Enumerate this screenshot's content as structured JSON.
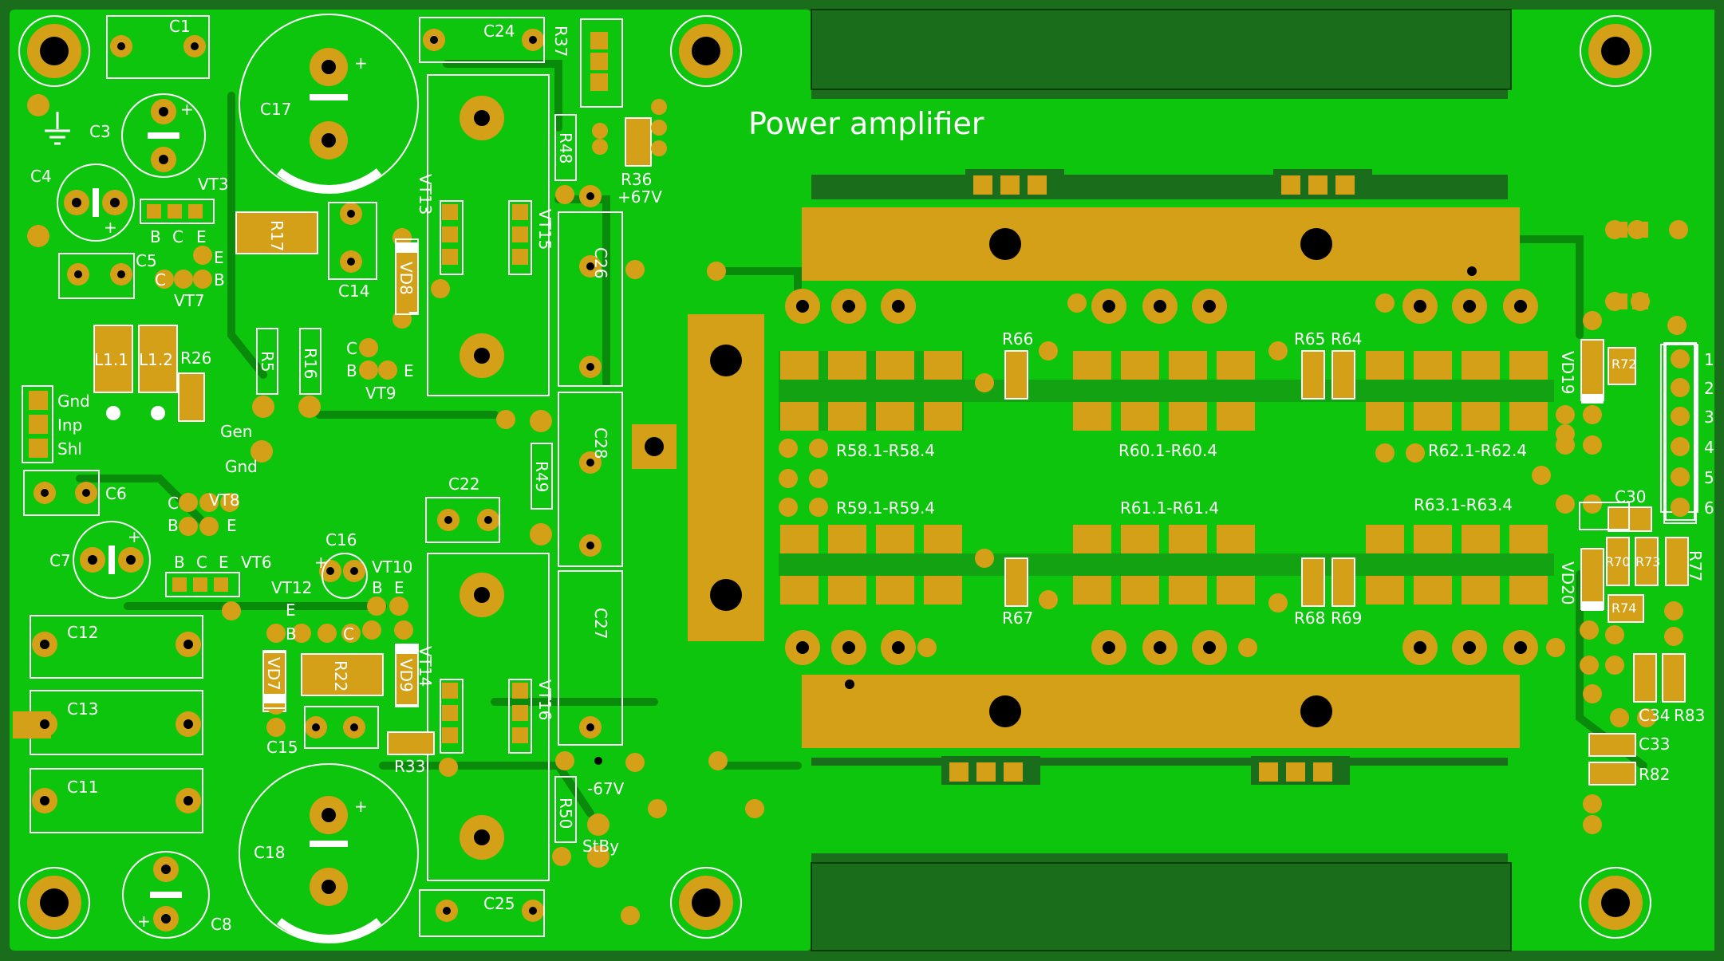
{
  "board": {
    "title": "Power amplifier",
    "colors": {
      "board": "#1a6d1a",
      "copper": "#0dc50d",
      "trace": "#12a212",
      "pad": "#d4a017",
      "silk": "#ffffff",
      "hole": "#000000"
    }
  },
  "labels": {
    "c1": "C1",
    "c3": "C3",
    "c4": "C4",
    "c5": "C5",
    "c6": "C6",
    "c7": "C7",
    "c8": "C8",
    "c11": "C11",
    "c12": "C12",
    "c13": "C13",
    "c14": "C14",
    "c15": "C15",
    "c16": "C16",
    "c17": "C17",
    "c18": "C18",
    "c22": "C22",
    "c24": "C24",
    "c25": "C25",
    "c26": "C26",
    "c27": "C27",
    "c28": "C28",
    "c30": "C30",
    "c33": "C33",
    "c34": "C34",
    "l11": "L1.1",
    "l12": "L1.2",
    "r5": "R5",
    "r16": "R16",
    "r17": "R17",
    "r22": "R22",
    "r26": "R26",
    "r33": "R33",
    "r36": "R36",
    "r37": "R37",
    "r48": "R48",
    "r49": "R49",
    "r50": "R50",
    "r64": "R64",
    "r65": "R65",
    "r66": "R66",
    "r67": "R67",
    "r68": "R68",
    "r69": "R69",
    "r70": "R70",
    "r72": "R72",
    "r73": "R73",
    "r74": "R74",
    "r77": "R77",
    "r82": "R82",
    "r83": "R83",
    "r58": "R58.1-R58.4",
    "r59": "R59.1-R59.4",
    "r60": "R60.1-R60.4",
    "r61": "R61.1-R61.4",
    "r62": "R62.1-R62.4",
    "r63": "R63.1-R63.4",
    "vt3": "VT3",
    "vt6": "VT6",
    "vt7": "VT7",
    "vt8": "VT8",
    "vt9": "VT9",
    "vt10": "VT10",
    "vt12": "VT12",
    "vt13": "VT13",
    "vt14": "VT14",
    "vt15": "VT15",
    "vt16": "VT16",
    "vd7": "VD7",
    "vd8": "VD8",
    "vd9": "VD9",
    "vd19": "VD19",
    "vd20": "VD20",
    "gnd": "Gnd",
    "inp": "Inp",
    "shl": "Shl",
    "gen": "Gen",
    "gnd2": "Gnd",
    "plus67": "+67V",
    "minus67": "-67V",
    "stby": "StBy",
    "b": "B",
    "c": "C",
    "e": "E",
    "plus": "+",
    "n1": "1",
    "n2": "2",
    "n3": "3",
    "n4": "4",
    "n5": "5",
    "n6": "6"
  }
}
